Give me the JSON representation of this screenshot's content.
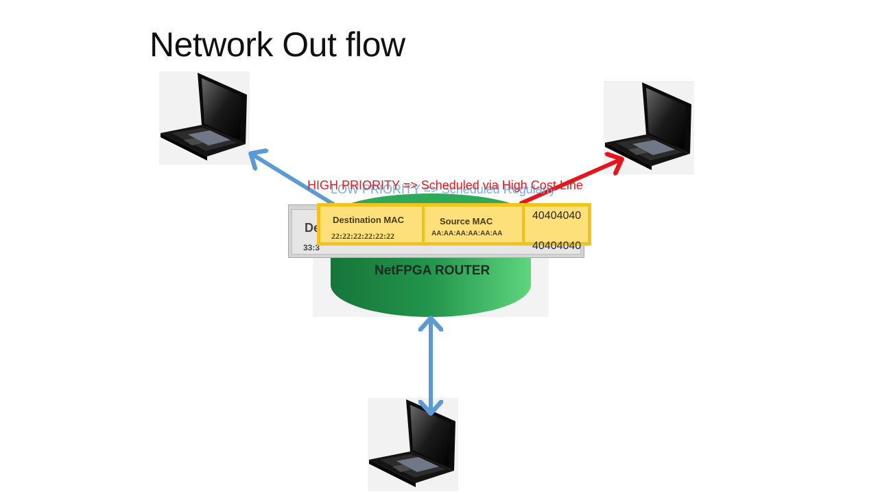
{
  "slide": {
    "title": "Network Out flow"
  },
  "labels": {
    "low_priority": "LOW PRIORITY => Scheduled Regularly",
    "high_priority": "HIGH PRIORITY => Scheduled via High Cost Line",
    "router": "NetFPGA ROUTER"
  },
  "packet_regular": {
    "dest_header": "Des",
    "dest_value": "33:3"
  },
  "packet_high": {
    "dest_header": "Destination MAC",
    "dest_value": "22:22:22:22:22:22",
    "src_header": "Source MAC",
    "src_value": "AA:AA:AA:AA:AA:AA",
    "type_value_1": "40404040",
    "type_value_2": "40404040"
  },
  "colors": {
    "low_arrow": "#5b9bd5",
    "high_arrow": "#e8141c",
    "router_top": "#3dbd6a",
    "router_body": "#1e8a47",
    "packet_yellow": "#f7d24a"
  },
  "icons": [
    "laptop-icon",
    "laptop-icon",
    "laptop-icon"
  ]
}
